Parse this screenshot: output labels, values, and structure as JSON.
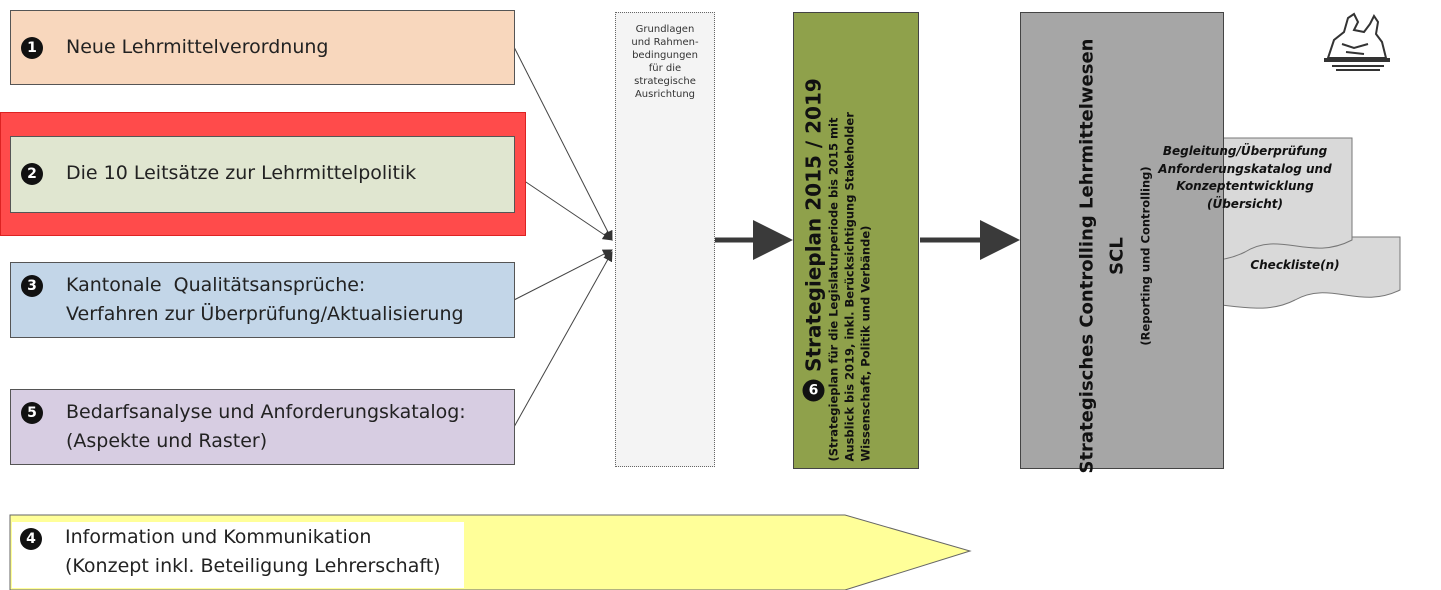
{
  "box1": {
    "num": "1",
    "label": "Neue Lehrmittelverordnung"
  },
  "box2": {
    "num": "2",
    "label": "Die 10 Leitsätze zur Lehrmittelpolitik"
  },
  "box3": {
    "num": "3",
    "line1": "Kantonale  Qualitätsansprüche:",
    "line2": "Verfahren zur Überprüfung/Aktualisierung"
  },
  "box5": {
    "num": "5",
    "line1": "Bedarfsanalyse und Anforderungskatalog:",
    "line2": "(Aspekte und Raster)"
  },
  "box4": {
    "num": "4",
    "line1": "Information und Kommunikation",
    "line2": "(Konzept inkl. Beteiligung Lehrerschaft)"
  },
  "grundlagen": {
    "lines": [
      "Grundlagen",
      "und Rahmen-",
      "bedingungen",
      "für die",
      "strategische",
      "Ausrichtung"
    ]
  },
  "strategieplan": {
    "num": "6",
    "title": "Strategieplan 2015 / 2019",
    "line1": "(Strategieplan für die Legislaturperiode bis 2015 mit",
    "line2": "Ausblick bis 2019, inkl. Berücksichtigung Stakeholder",
    "line3": "Wissenschaft, Politik und Verbände)"
  },
  "controlling": {
    "title": "Strategisches Controlling Lehrmittelwesen",
    "abbr": "SCL",
    "sub": "(Reporting und Controlling)"
  },
  "doc1": {
    "lines": [
      "Begleitung/Überprüfung",
      "Anforderungskatalog und",
      "Konzeptentwicklung",
      "(Übersicht)"
    ]
  },
  "doc2": {
    "label": "Checkliste(n)"
  },
  "colors": {
    "box1": "#f8d7bd",
    "box2": "#e0e6d0",
    "box2_glow": "#ff4b4b",
    "box3": "#c3d6e8",
    "box5": "#d7cde2",
    "box4": "#ffff99",
    "strategieplan": "#8fa14b",
    "controlling": "#a6a6a6",
    "doc": "#d9d9d9"
  },
  "logo": "zurich-lion-logo"
}
